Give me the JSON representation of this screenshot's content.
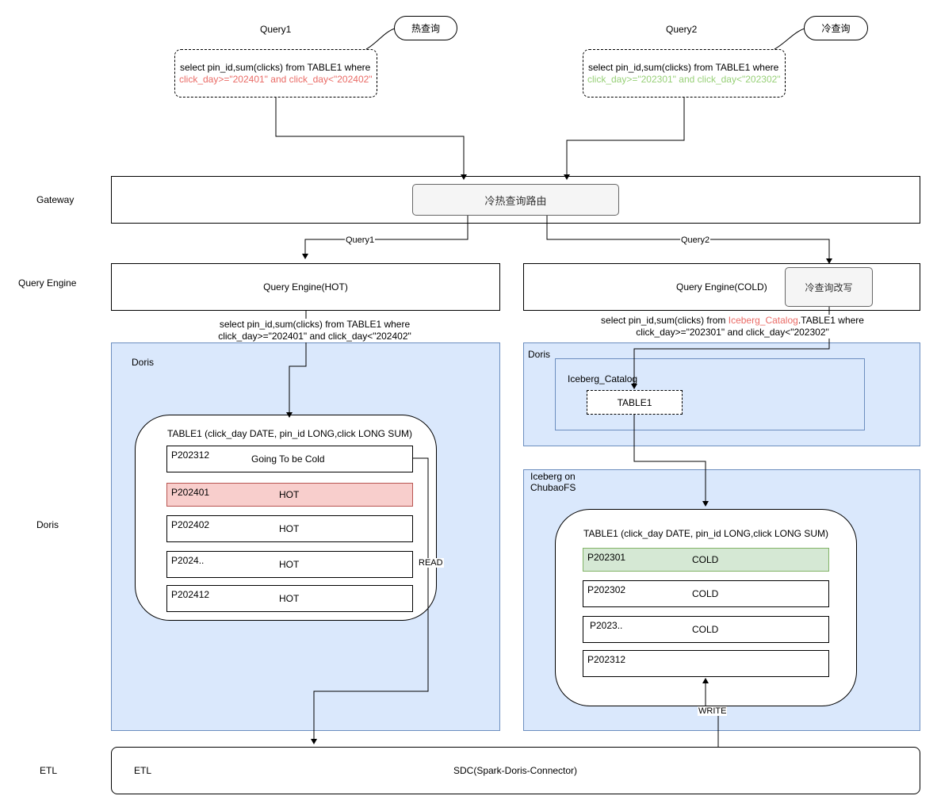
{
  "left_labels": {
    "gateway": "Gateway",
    "query_engine": "Query Engine",
    "doris": "Doris",
    "etl": "ETL"
  },
  "query1": {
    "title": "Query1",
    "tag": "热查询",
    "sql_line1": "select pin_id,sum(clicks) from TABLE1 where",
    "sql_line2": "click_day>=\"202401\" and click_day<\"202402\"",
    "highlight_color": "#ea6b66"
  },
  "query2": {
    "title": "Query2",
    "tag": "冷查询",
    "sql_line1": "select pin_id,sum(clicks) from TABLE1 where",
    "sql_line2": "click_day>=\"202301\" and click_day<\"202302\"",
    "highlight_color": "#97d077"
  },
  "gateway": {
    "router_label": "冷热查询路由"
  },
  "edges": {
    "query1": "Query1",
    "query2": "Query2",
    "read": "READ",
    "write": "WRITE"
  },
  "engine_hot": {
    "label": "Query Engine(HOT)",
    "sql_line1": "select pin_id,sum(clicks) from TABLE1 where",
    "sql_line2": "click_day>=\"202401\" and click_day<\"202402\""
  },
  "engine_cold": {
    "label": "Query Engine(COLD)",
    "rewrite_label": "冷查询改写",
    "sql_line1_pre": "select pin_id,sum(clicks) from ",
    "sql_line1_catalog": "Iceberg_Catalog",
    "sql_line1_post": ".TABLE1 where",
    "sql_line2": "click_day>=\"202301\" and click_day<\"202302\"",
    "catalog_color": "#ea6b66"
  },
  "doris_hot": {
    "label": "Doris",
    "table_title": "TABLE1 (click_day DATE, pin_id LONG,click LONG SUM)",
    "partitions": [
      {
        "id": "P202312",
        "status": "Going To  be Cold"
      },
      {
        "id": "P202401",
        "status": "HOT"
      },
      {
        "id": "P202402",
        "status": "HOT"
      },
      {
        "id": "P2024..",
        "status": "HOT"
      },
      {
        "id": "P202412",
        "status": "HOT"
      }
    ]
  },
  "doris_cold": {
    "label": "Doris",
    "catalog_label": "Iceberg_Catalog",
    "table_label": "TABLE1"
  },
  "iceberg": {
    "label_line1": "Iceberg on",
    "label_line2": "ChubaoFS",
    "table_title": "TABLE1 (click_day DATE, pin_id LONG,click LONG SUM)",
    "partitions": [
      {
        "id": "P202301",
        "status": "COLD"
      },
      {
        "id": "P202302",
        "status": "COLD"
      },
      {
        "id": "P2023..",
        "status": "COLD"
      },
      {
        "id": "P202312",
        "status": ""
      }
    ]
  },
  "etl": {
    "label": "ETL",
    "connector": "SDC(Spark-Doris-Connector)"
  },
  "colors": {
    "blue_fill": "#dae8fc",
    "blue_stroke": "#6c8ebf",
    "hot_fill": "#f8cecc",
    "hot_stroke": "#b85450",
    "cold_fill": "#d5e8d4",
    "cold_stroke": "#82b366",
    "router_fill": "#f5f5f5"
  }
}
